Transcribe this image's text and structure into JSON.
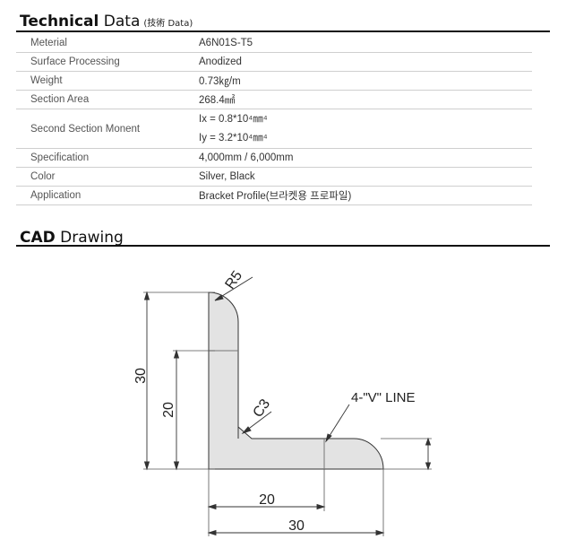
{
  "technical": {
    "title_bold": "Technical",
    "title_rest": "Data",
    "title_sub": "(技術 Data)"
  },
  "specs": [
    {
      "label": "Meterial",
      "value": "A6N01S-T5"
    },
    {
      "label": "Surface Processing",
      "value": "Anodized"
    },
    {
      "label": "Weight",
      "value": "0.73㎏/m"
    },
    {
      "label": "Section Area",
      "value": "268.4㎟"
    },
    {
      "label": "Second Section Monent",
      "values": [
        "Ix = 0.8*10⁴㎜⁴",
        "Iy = 3.2*10⁴㎜⁴"
      ]
    },
    {
      "label": "Specification",
      "value": "4,000mm / 6,000mm"
    },
    {
      "label": "Color",
      "value": "Silver, Black"
    },
    {
      "label": "Application",
      "value": "Bracket Profile(브라켓용 프로파일)"
    }
  ],
  "cad": {
    "title_bold": "CAD",
    "title_rest": "Drawing"
  },
  "drawing": {
    "dim_total_height": "30",
    "dim_inner_height": "20",
    "dim_inner_width": "20",
    "dim_total_width": "30",
    "radius_label": "R5",
    "chamfer_label": "C3",
    "line_label": "4-\"V\" LINE",
    "fill_color": "#e3e3e3",
    "stroke_color": "#333333"
  }
}
